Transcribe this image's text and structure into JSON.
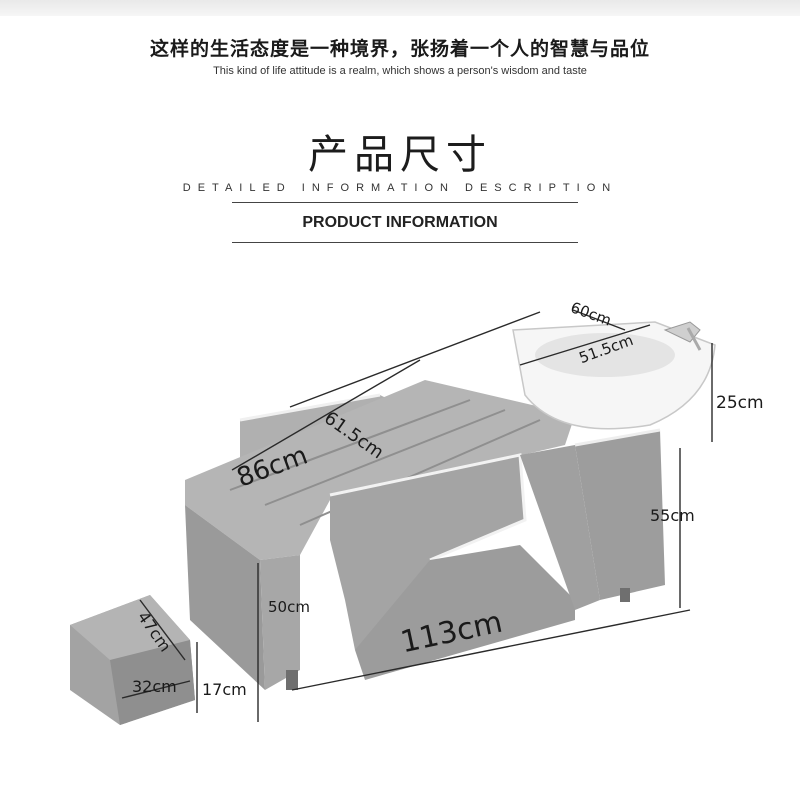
{
  "header": {
    "headline_zh": "这样的生活态度是一种境界，张扬着一个人的智慧与品位",
    "headline_en": "This kind of life attitude is a realm, which shows a person's wisdom and taste",
    "section_title_zh": "产品尺寸",
    "section_subtitle_en": "DETAILED INFORMATION DESCRIPTION",
    "product_info_label": "PRODUCT INFORMATION"
  },
  "dimensions": {
    "basin_width": "60cm",
    "basin_depth": "51.5cm",
    "basin_height": "25cm",
    "seat_width": "61.5cm",
    "bed_length": "86cm",
    "body_height": "55cm",
    "side_height": "50cm",
    "total_length": "113cm",
    "footrest_length": "47cm",
    "footrest_width": "32cm",
    "footrest_height": "17cm"
  },
  "colors": {
    "upholstery": "#a9a9a9",
    "upholstery_dark": "#8e8e8e",
    "piping": "#f2f2f2",
    "basin": "#f7f7f7"
  }
}
